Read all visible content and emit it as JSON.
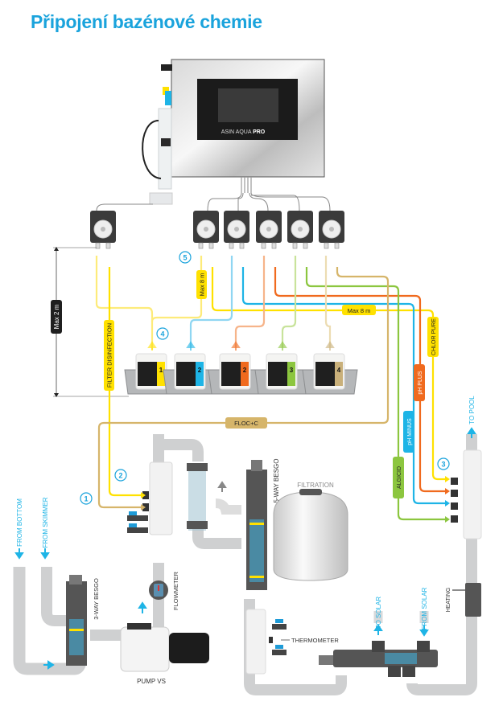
{
  "title": "Připojení bazénové chemie",
  "controller": {
    "brand": "ASIN AQUA ",
    "brand_bold": "PRO"
  },
  "dimensions": {
    "height_max": "Max 2 m",
    "distance_max_vertical": "Max 8 m",
    "distance_max_horizontal": "Max 8 m"
  },
  "lines": {
    "filter_disinfection": "FILTER DISINFECTION",
    "floc": "FLOC+C",
    "chlor_pure": "CHLOR PURE",
    "ph_plus": "pH PLUS",
    "ph_minus": "pH MINUS",
    "algicid": "ALGICID"
  },
  "canisters": [
    {
      "number": "1",
      "color": "#ffe100"
    },
    {
      "number": "2",
      "color": "#1eb4e6"
    },
    {
      "number": "2",
      "color": "#f06a1e"
    },
    {
      "number": "3",
      "color": "#8cc63f"
    },
    {
      "number": "4",
      "color": "#c9b07a"
    }
  ],
  "markers": [
    "1",
    "2",
    "3",
    "4",
    "5"
  ],
  "components": {
    "filtration": "FILTRATION",
    "five_way": "5-WAY BESGO",
    "three_way": "3-WAY BESGO",
    "flowmeter": "FLOWMETER",
    "pump": "PUMP VS",
    "thermometer": "THERMOMETER",
    "heating": "HEATING"
  },
  "flows": {
    "from_bottom": "FROM BOTTOM",
    "from_skimmer": "FROM SKIMMER",
    "to_pool": "TO POOL",
    "to_solar": "TO SOLAR",
    "from_solar": "FROM SOLAR"
  },
  "colors": {
    "accent": "#1aa3dc",
    "yellow": "#ffe100",
    "light_yellow": "#fdeb7a",
    "blue": "#1eb4e6",
    "light_blue": "#8fd6f2",
    "orange": "#f06a1e",
    "light_orange": "#f6b48a",
    "green": "#8cc63f",
    "light_green": "#c8e39b",
    "tan": "#d6b56a",
    "light_tan": "#ecdcb2",
    "pipe": "#d2d3d4"
  }
}
